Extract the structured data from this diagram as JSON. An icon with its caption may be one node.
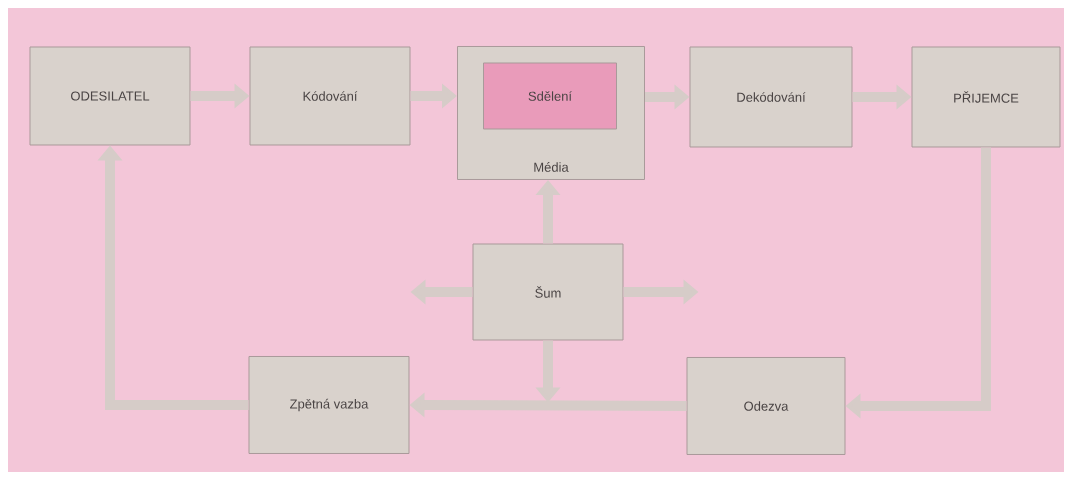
{
  "diagram": {
    "nodes": [
      {
        "text": [
          "ODESILATEL"
        ]
      },
      {
        "text": [
          "Kódování"
        ]
      },
      {
        "text": [
          "Média"
        ]
      },
      {
        "text": [
          "Sdělení"
        ],
        "in": 2
      },
      {
        "text": [
          "Dekódování"
        ]
      },
      {
        "text": [
          "PŘIJEMCE"
        ]
      },
      {
        "text": [
          "Šum"
        ]
      },
      {
        "text": [
          "Zpětná vazba"
        ]
      },
      {
        "text": [
          "Odezva"
        ]
      }
    ],
    "edges": [
      {
        "from": 0,
        "to": 1,
        "arrow": "to"
      },
      {
        "from": 1,
        "to": 2,
        "arrow": "to"
      },
      {
        "from": 2,
        "to": 4,
        "arrow": "to"
      },
      {
        "from": 4,
        "to": 5,
        "arrow": "to"
      },
      {
        "from": 5,
        "to": 8,
        "arrow": "to"
      },
      {
        "from": 8,
        "to": 7,
        "arrow": "to"
      },
      {
        "from": 7,
        "to": 0,
        "arrow": "to"
      },
      {
        "from": 6,
        "to": 2,
        "arrow": "to"
      },
      {
        "from": 6,
        "to": null,
        "arrow": "to"
      },
      {
        "from": 6,
        "to": null,
        "arrow": "to"
      },
      {
        "from": 6,
        "to": null,
        "arrow": "to"
      }
    ]
  }
}
